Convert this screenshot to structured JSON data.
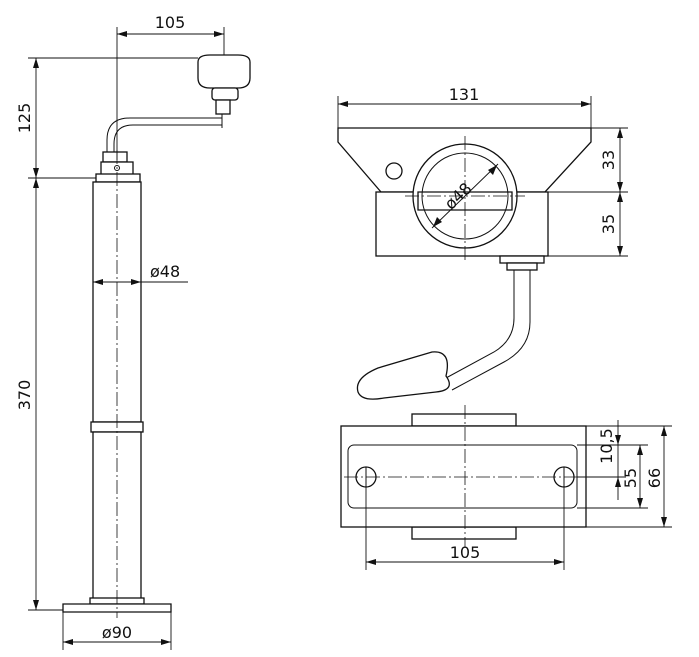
{
  "dimensions": {
    "side_crank_offset": "105",
    "side_crank_height": "125",
    "side_tube_length": "370",
    "side_tube_diameter": "ø48",
    "side_foot_diameter": "ø90",
    "clamp_width": "131",
    "clamp_upper_height": "33",
    "clamp_lower_height": "35",
    "clamp_bore_diameter": "ø48",
    "base_hole_spacing": "105",
    "base_inner_offset": "10,5",
    "base_slot_height": "55",
    "base_total_height": "66"
  }
}
